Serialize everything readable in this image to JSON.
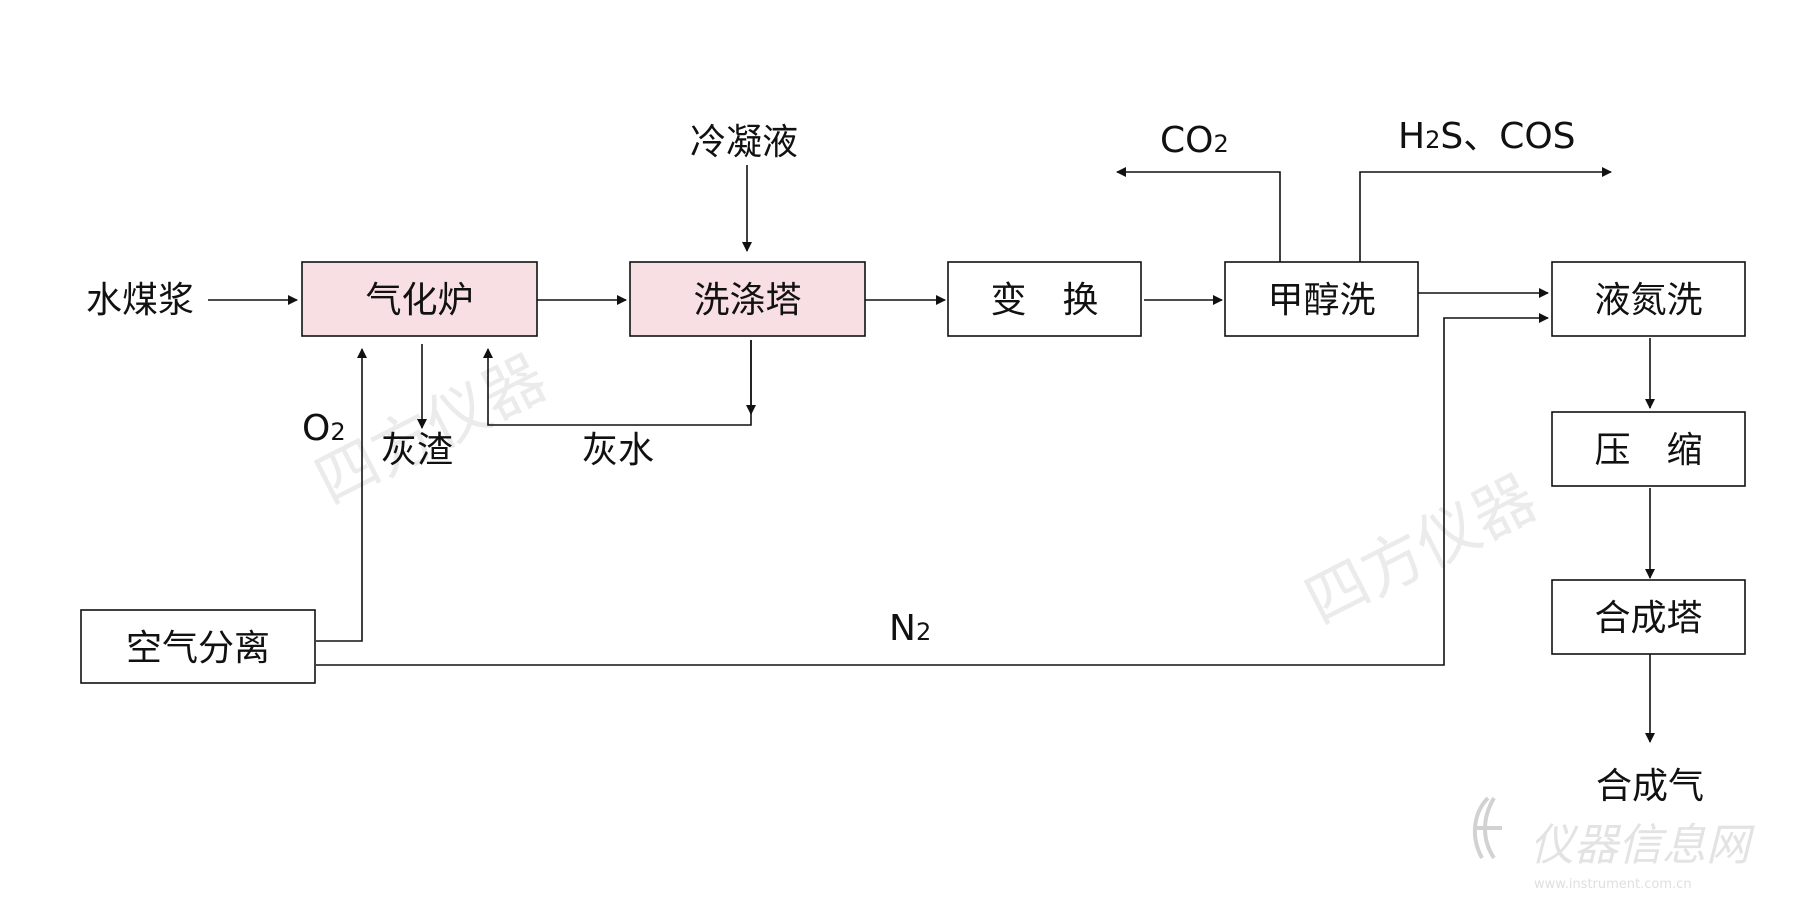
{
  "process_units": {
    "gasifier": "气化炉",
    "scrubber": "洗涤塔",
    "shift": "变　换",
    "methanol_wash": "甲醇洗",
    "nitrogen_wash": "液氮洗",
    "compression": "压　缩",
    "synthesis_tower": "合成塔",
    "air_separation": "空气分离"
  },
  "streams": {
    "coal_slurry": "水煤浆",
    "condensate": "冷凝液",
    "co2": {
      "base": "CO",
      "sub": "2"
    },
    "h2s_cos": {
      "h": "H",
      "sub": "2",
      "rest": "S、COS"
    },
    "slag": "灰渣",
    "grey_water": "灰水",
    "oxygen": {
      "base": "O",
      "sub": "2"
    },
    "nitrogen": {
      "base": "N",
      "sub": "2"
    },
    "syngas": "合成气"
  },
  "watermarks": {
    "brand": "四方仪器",
    "site": "仪器信息网",
    "site_url": "www.instrument.com.cn"
  },
  "colors": {
    "highlight_fill": "#f8dfe3",
    "line": "#111111"
  }
}
